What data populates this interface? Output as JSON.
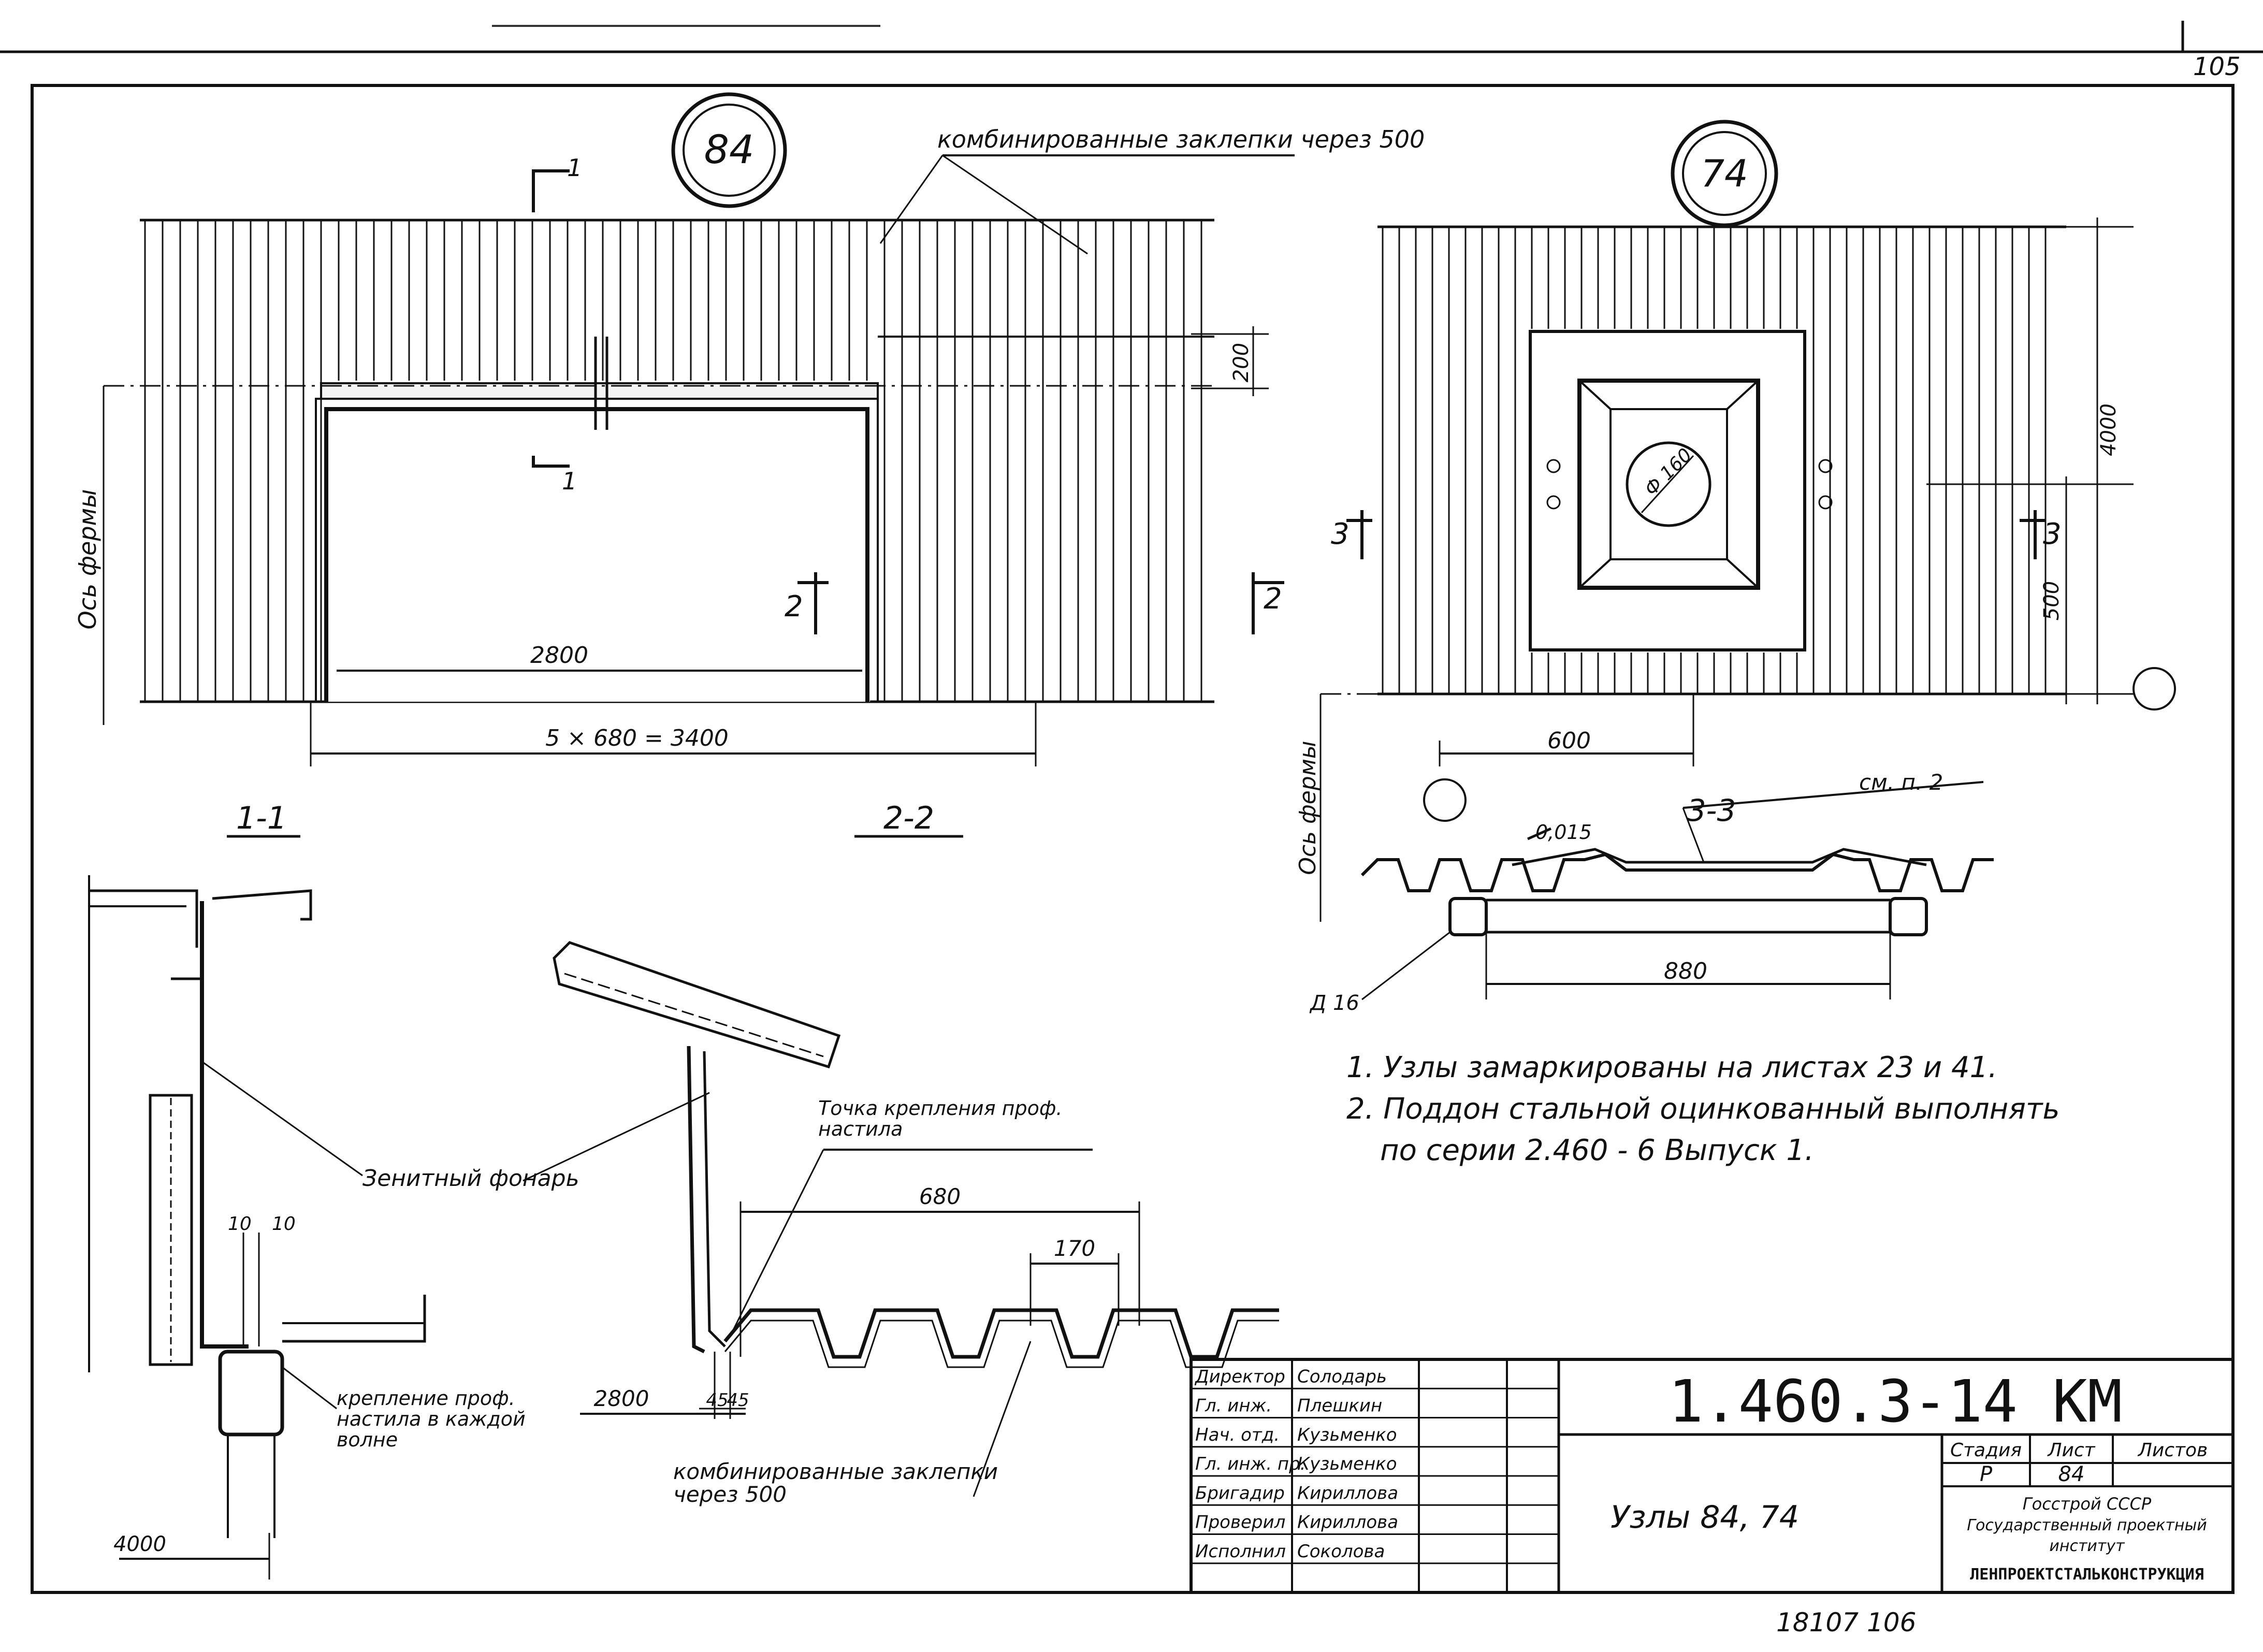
{
  "sheet": {
    "page_number": "105",
    "doc_code": "1.460.3-14 КМ",
    "title_block_text": "Узлы 84, 74",
    "stage_header": "Стадия",
    "sheet_header": "Лист",
    "sheets_header": "Листов",
    "stage_value": "Р",
    "sheet_value": "84",
    "org_line1": "Госстрой СССР",
    "org_line2": "Государственный проектный",
    "org_line3": "институт",
    "org_line4": "ЛЕНПРОЕКТСТАЛЬКОНСТРУКЦИЯ",
    "footer_number": "18107   106",
    "signatures": [
      {
        "role": "Директор",
        "name": "Солодарь"
      },
      {
        "role": "Гл. инж.",
        "name": "Плешкин"
      },
      {
        "role": "Нач. отд.",
        "name": "Кузьменко"
      },
      {
        "role": "Гл. инж. пр.",
        "name": "Кузьменко"
      },
      {
        "role": "Бригадир",
        "name": "Кириллова"
      },
      {
        "role": "Проверил",
        "name": "Кириллова"
      },
      {
        "role": "Исполнил",
        "name": "Соколова"
      }
    ]
  },
  "node84": {
    "circle_label": "84",
    "callout": "комбинированные заклепки через 500",
    "cut1": "1",
    "cut2": "2",
    "dim_200": "200",
    "dim_2800": "2800",
    "dim_total": "5 × 680 = 3400",
    "axis_label": "Ось фермы"
  },
  "node74": {
    "circle_label": "74",
    "dim_diameter": "Ф 160",
    "dim_4000": "4000",
    "dim_500": "500",
    "dim_600": "600",
    "cut3": "3",
    "axis_label": "Ось фермы"
  },
  "section11": {
    "title": "1-1",
    "dim_10a": "10",
    "dim_10b": "10",
    "dim_4000": "4000",
    "note_fastening": "крепление проф. настила в каждой волне",
    "note_lantern": "Зенитный фонарь"
  },
  "section22": {
    "title": "2-2",
    "fix_point": "Точка крепления проф. настила",
    "dim_680": "680",
    "dim_170": "170",
    "dim_2800": "2800",
    "dim_45a": "45",
    "dim_45b": "45",
    "callout": "комбинированные заклепки через 500"
  },
  "section33": {
    "title": "3-3",
    "ref": "см. п. 2",
    "dim_thk": "0,015",
    "dim_d": "Д 16",
    "dim_880": "880"
  },
  "notes": [
    "1. Узлы замаркированы на листах  23 и 41.",
    "2. Поддон стальной оцинкованный выполнять",
    "по серии  2.460 - 6  Выпуск 1."
  ]
}
